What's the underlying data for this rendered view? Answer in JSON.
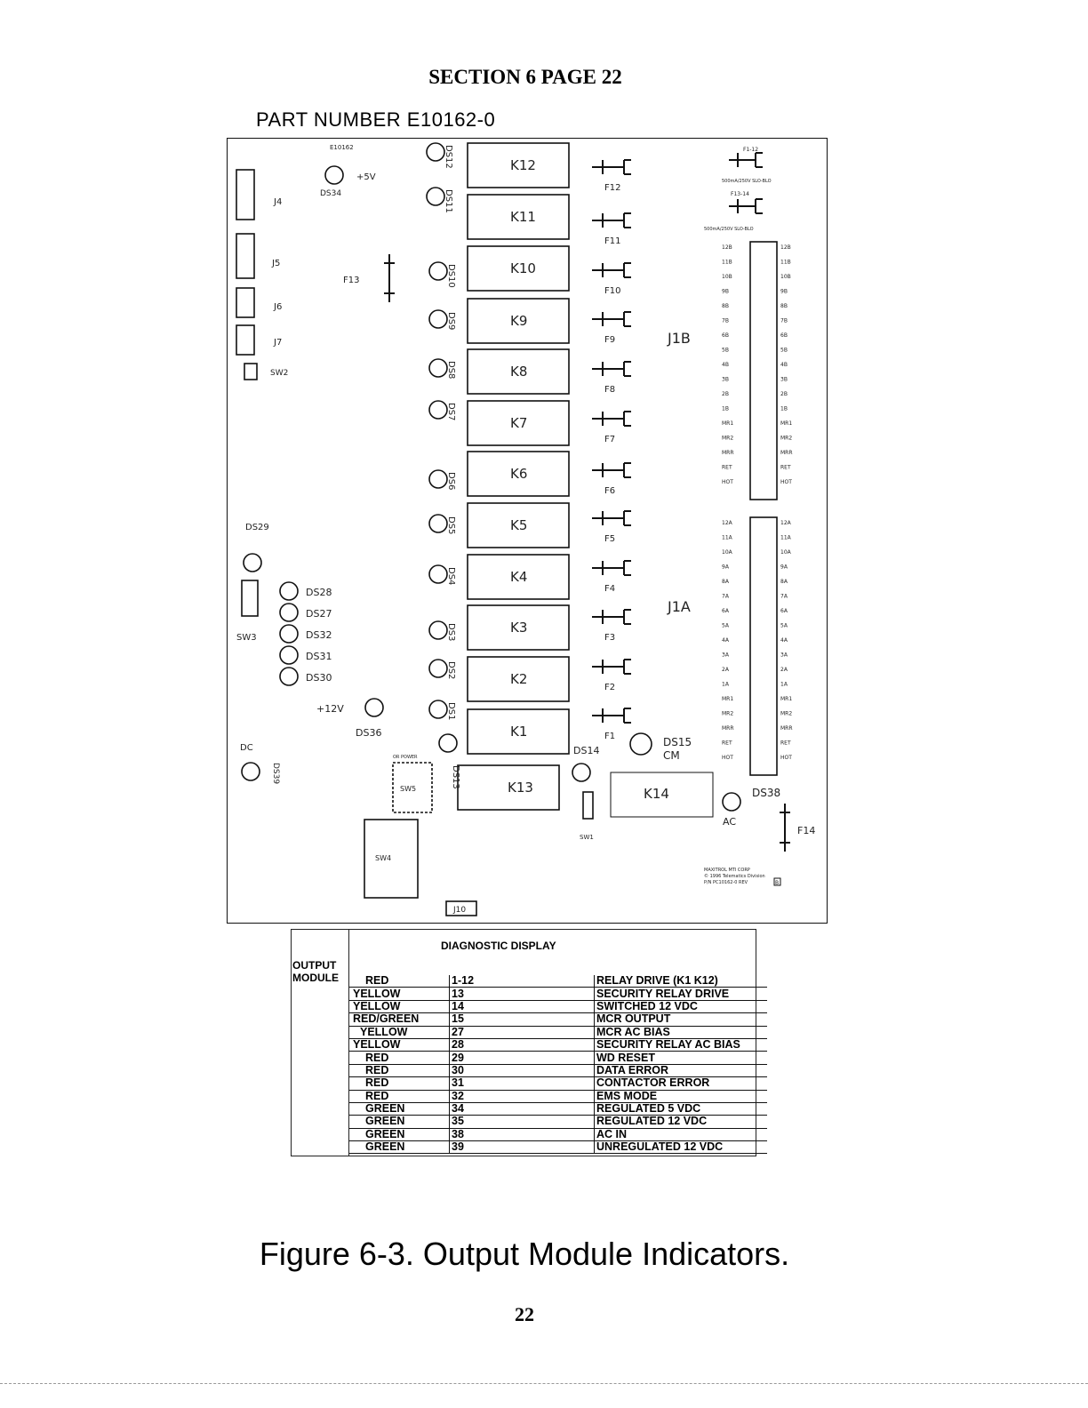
{
  "header": {
    "section": "SECTION 6 PAGE 22",
    "part_number": "PART NUMBER E10162-0"
  },
  "board": {
    "board_id": "E10162",
    "plus5v": "+5V",
    "plus12v": "+12V",
    "relays": [
      "K12",
      "K11",
      "K10",
      "K9",
      "K8",
      "K7",
      "K6",
      "K5",
      "K4",
      "K3",
      "K2",
      "K1"
    ],
    "relay_k13": "K13",
    "relay_k14": "K14",
    "fuses": [
      "F12",
      "F11",
      "F10",
      "F9",
      "F8",
      "F7",
      "F6",
      "F5",
      "F4",
      "F3",
      "F2",
      "F1"
    ],
    "f13": "F13",
    "f14": "F14",
    "leds_relay": [
      "DS12",
      "DS11",
      "DS10",
      "DS9",
      "DS8",
      "DS7",
      "DS6",
      "DS5",
      "DS4",
      "DS3",
      "DS2",
      "DS1"
    ],
    "leds_left": [
      "DS28",
      "DS27",
      "DS32",
      "DS31",
      "DS30"
    ],
    "ds13": "DS13",
    "ds14": "DS14",
    "ds15": "DS15",
    "ds15_sub": "CM",
    "ds29": "DS29",
    "ds34": "DS34",
    "ds36": "DS36",
    "ds38": "DS38",
    "ds39": "DS39",
    "dc": "DC",
    "ac": "AC",
    "connectors": [
      "J4",
      "J5",
      "J6",
      "J7"
    ],
    "sw2": "SW2",
    "sw3": "SW3",
    "sw4": "SW4",
    "sw5": "SW5",
    "sw1": "SW1",
    "sw5_label": "OR POWER",
    "j1b": "J1B",
    "j1a": "J1A",
    "j10": "J10",
    "fuse_rating_top": "500mA/250V SLO-BLO",
    "fuse_rating_bottom": "500mA/250V SLO-BLO",
    "fuse_tag_top": "F1-12",
    "fuse_tag_bottom": "F13-14",
    "j1b_pins": [
      "12B",
      "11B",
      "10B",
      "9B",
      "8B",
      "7B",
      "6B",
      "5B",
      "4B",
      "3B",
      "2B",
      "1B",
      "MR1",
      "MR2",
      "MRR",
      "RET",
      "HOT"
    ],
    "j1a_pins": [
      "12A",
      "11A",
      "10A",
      "9A",
      "8A",
      "7A",
      "6A",
      "5A",
      "4A",
      "3A",
      "2A",
      "1A",
      "MR1",
      "MR2",
      "MRR",
      "RET",
      "HOT"
    ],
    "maker_lines": [
      "MAXITROL MTI CORP",
      "© 1996 Telematics Division",
      "P/N PC10162-0 REV"
    ],
    "rev": "B"
  },
  "diagnostic": {
    "title": "DIAGNOSTIC DISPLAY",
    "side_label": [
      "OUTPUT",
      "MODULE"
    ],
    "rows": [
      {
        "color": "RED",
        "led": "1-12",
        "function": "RELAY DRIVE (K1 K12)"
      },
      {
        "color": "YELLOW",
        "led": "13",
        "function": "SECURITY RELAY DRIVE"
      },
      {
        "color": "YELLOW",
        "led": "14",
        "function": "SWITCHED 12 VDC"
      },
      {
        "color": "RED/GREEN",
        "led": "15",
        "function": "MCR OUTPUT"
      },
      {
        "color": "YELLOW",
        "led": "27",
        "function": "MCR AC BIAS"
      },
      {
        "color": "YELLOW",
        "led": "28",
        "function": "SECURITY RELAY AC BIAS"
      },
      {
        "color": "RED",
        "led": "29",
        "function": "WD RESET"
      },
      {
        "color": "RED",
        "led": "30",
        "function": "DATA ERROR"
      },
      {
        "color": "RED",
        "led": "31",
        "function": "CONTACTOR ERROR"
      },
      {
        "color": "RED",
        "led": "32",
        "function": "EMS MODE"
      },
      {
        "color": "GREEN",
        "led": "34",
        "function": "REGULATED 5 VDC"
      },
      {
        "color": "GREEN",
        "led": "35",
        "function": "REGULATED 12 VDC"
      },
      {
        "color": "GREEN",
        "led": "38",
        "function": "AC IN"
      },
      {
        "color": "GREEN",
        "led": "39",
        "function": "UNREGULATED 12 VDC"
      }
    ]
  },
  "caption": "Figure 6-3. Output Module Indicators.",
  "page_number": "22"
}
